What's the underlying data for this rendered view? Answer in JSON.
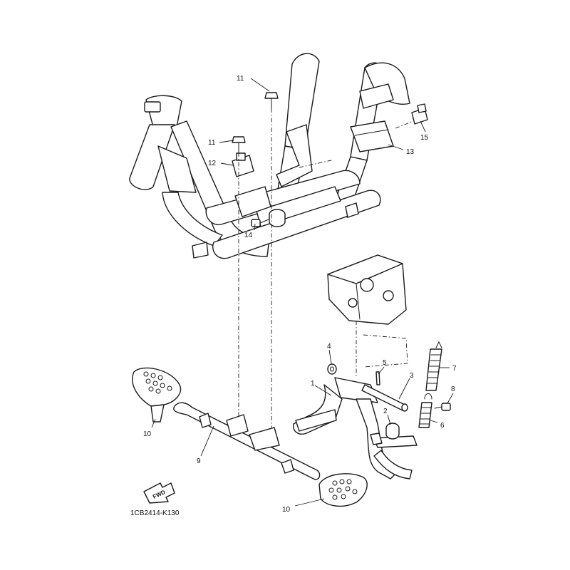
{
  "diagram": {
    "drawing_code": "1CB2414-K130",
    "fwd_label": "FWD",
    "callouts": {
      "c1": "1",
      "c2": "2",
      "c3": "3",
      "c4": "4",
      "c5": "5",
      "c6": "6",
      "c7": "7",
      "c8": "8",
      "c9": "9",
      "c10a": "10",
      "c10b": "10",
      "c11a": "11",
      "c11b": "11",
      "c12": "12",
      "c13": "13",
      "c14": "14",
      "c15": "15"
    }
  }
}
